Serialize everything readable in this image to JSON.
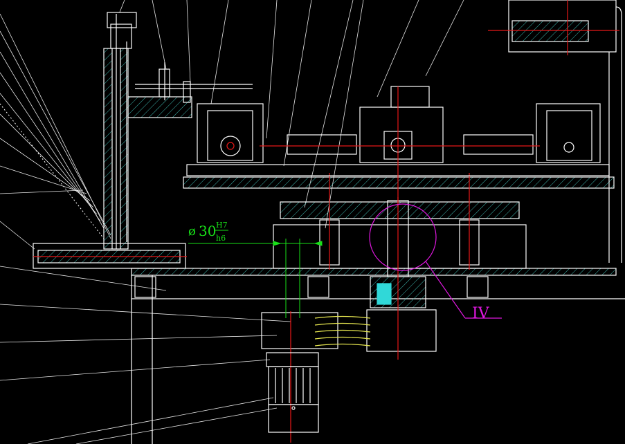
{
  "colors": {
    "background": "#000000",
    "outline": "#ffffff",
    "hatch": "#3fb8b0",
    "centerline": "#e81818",
    "dimension": "#18e018",
    "detail_marker": "#e018e0",
    "leader": "#e8e8e8",
    "spring": "#e8e850",
    "cyan_part": "#30d8d8"
  },
  "annotations": {
    "dim_symbol": "ø",
    "dim_value": "30",
    "fit_upper": "H7",
    "fit_lower": "h6",
    "detail_label": "IV"
  }
}
